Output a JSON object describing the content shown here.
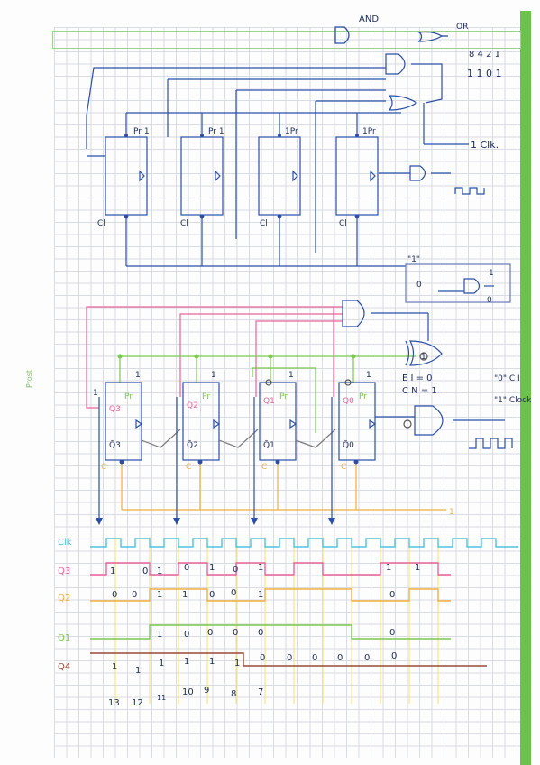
{
  "header": {
    "and_label": "AND",
    "or_label": "OR",
    "code_weights": "8 4 2 1",
    "code_bits": "1 1 0 1"
  },
  "margin_note": "Prost",
  "circuit1": {
    "preset_labels": [
      "Pr 1",
      "Pr 1",
      "1Pr",
      "1Pr"
    ],
    "clear_labels": [
      "Cl",
      "Cl",
      "Cl",
      "Cl"
    ],
    "clock_label": "1 Clk.",
    "clock_wave": "ΠΠΠ.",
    "inset_label": "\"1\"",
    "inset_values": [
      "0",
      "1",
      "0"
    ]
  },
  "circuit2": {
    "one_labels": [
      "1",
      "1",
      "1",
      "1"
    ],
    "preset_labels": [
      "Pr",
      "Pr",
      "Pr",
      "Pr"
    ],
    "q_labels": [
      "Q3",
      "Q2",
      "Q1",
      "Q0"
    ],
    "qbar_labels": [
      "Q̄3",
      "Q̄2",
      "Q̄1",
      "Q̄0"
    ],
    "clear_labels": [
      "C",
      "C",
      "C",
      "C"
    ],
    "left_one": "1",
    "bottom_one": "1",
    "gate_num": "1",
    "enable_note_1": "E  I = 0",
    "enable_note_2": "C  N = 1",
    "mode_0": "\"0\" C I",
    "mode_1": "\"1\" Clock",
    "clock_wave": "ΠΠΠ"
  },
  "timing": {
    "signal_labels": [
      "Clk",
      "Q3",
      "Q2",
      "Q1",
      "Q4"
    ],
    "q3_values": [
      "1",
      "0",
      "1",
      "0",
      "1",
      "0",
      "1",
      "1",
      "1"
    ],
    "q2_values": [
      "0",
      "0",
      "1",
      "1",
      "0",
      "0",
      "1",
      "0"
    ],
    "q1_values": [
      "1",
      "0",
      "0",
      "0",
      "0",
      "0"
    ],
    "q4_values": [
      "1",
      "1",
      "1",
      "1",
      "1",
      "1",
      "0",
      "0",
      "0",
      "0",
      "0",
      "0"
    ],
    "counts": [
      "13",
      "12",
      "11",
      "10",
      "9",
      "8",
      "7"
    ]
  },
  "colors": {
    "blue_ink": "#2b4fa8",
    "pink_ink": "#e8649a",
    "green_ink": "#7cc850",
    "orange_ink": "#f0b040",
    "cyan_ink": "#4fc3d9",
    "brown_ink": "#9a4a3a",
    "yellow_ink": "#f2e36a",
    "margin_green": "#6cc24a"
  }
}
